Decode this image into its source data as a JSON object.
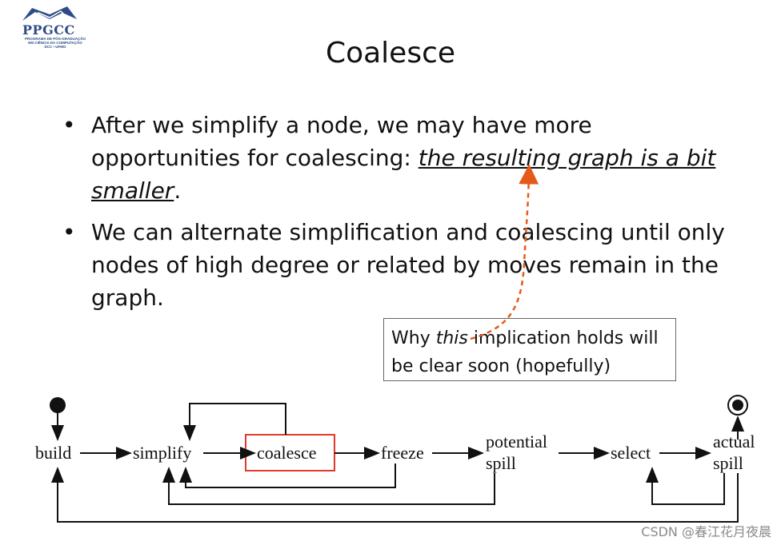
{
  "logo": {
    "name": "PPGCC",
    "lines": [
      "PROGRAMA DE PÓS-GRADUAÇÃO",
      "EM CIÊNCIA DA COMPUTAÇÃO",
      "DCC • UFMG"
    ]
  },
  "slide": {
    "title": "Coalesce",
    "bullets": [
      {
        "text_a": "After we simplify a node, we may have more opportunities for coalescing: ",
        "text_em": "the resulting graph is a bit smaller",
        "text_b": "."
      },
      {
        "text_a": "We can alternate simplification and coalescing until only nodes of high degree or related by moves remain in the graph."
      }
    ],
    "callout": {
      "part1": "Why ",
      "italic": "this",
      "part2": " implication holds will be clear soon (hopefully)"
    }
  },
  "diagram": {
    "nodes": {
      "build": "build",
      "simplify": "simplify",
      "coalesce": "coalesce",
      "freeze": "freeze",
      "potential_spill_1": "potential",
      "potential_spill_2": "spill",
      "select": "select",
      "actual_spill_1": "actual",
      "actual_spill_2": "spill"
    },
    "highlight_color": "#e03a2a",
    "arrow_color": "#e55a1b"
  },
  "watermark": "CSDN @春江花月夜晨"
}
